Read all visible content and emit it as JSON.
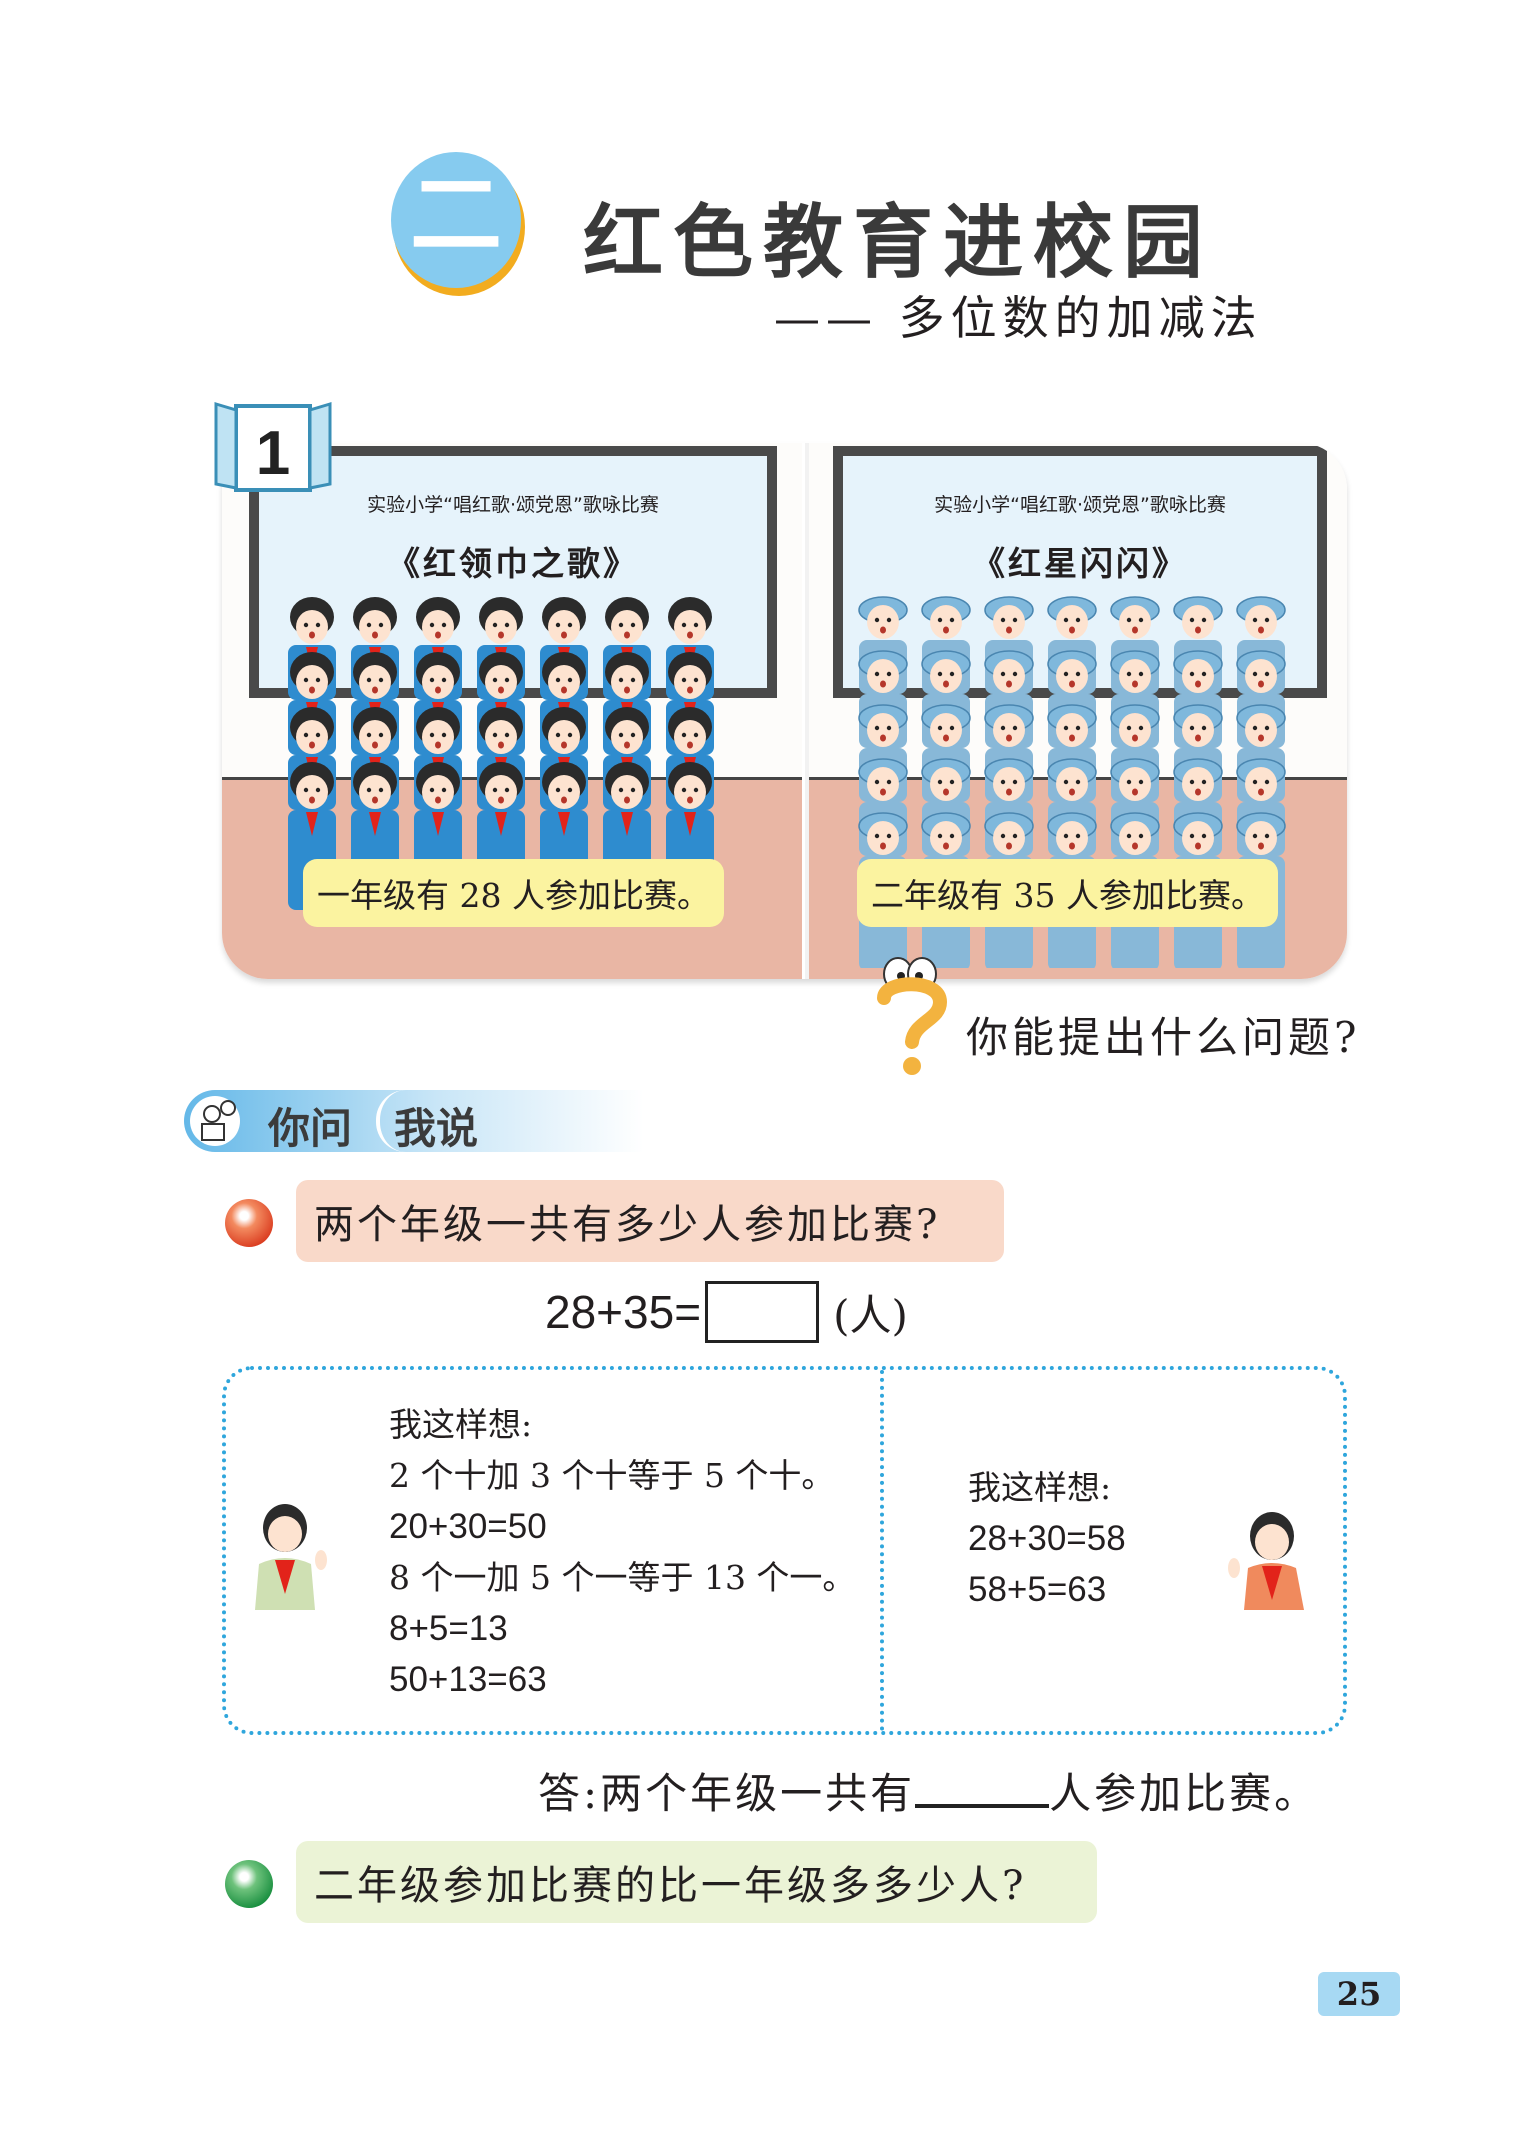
{
  "header": {
    "unit_number": "二",
    "title": "红色教育进校园",
    "subtitle": "—— 多位数的加减法"
  },
  "example": {
    "number": "1",
    "left_scene": {
      "board_line1": "实验小学“唱红歌·颂党恩”歌咏比赛",
      "board_line2": "《红领巾之歌》",
      "caption": "一年级有 28 人参加比赛。",
      "students": 28
    },
    "right_scene": {
      "board_line1": "实验小学“唱红歌·颂党恩”歌咏比赛",
      "board_line2": "《红星闪闪》",
      "caption": "二年级有 35 人参加比赛。",
      "students": 35
    },
    "prompt": "你能提出什么问题?"
  },
  "section": {
    "label_a": "你问",
    "label_b": "我说"
  },
  "question1": {
    "text": "两个年级一共有多少人参加比赛?",
    "equation": "28+35=",
    "unit": "(人)"
  },
  "thinking": {
    "left": {
      "heading": "我这样想:",
      "lines": [
        "2 个十加 3 个十等于 5 个十。",
        "20+30=50",
        "8 个一加 5 个一等于 13 个一。",
        "8+5=13",
        "50+13=63"
      ]
    },
    "right": {
      "heading": "我这样想:",
      "lines": [
        "28+30=58",
        "58+5=63"
      ]
    }
  },
  "answer": {
    "prefix": "答:两个年级一共有",
    "suffix": "人参加比赛。"
  },
  "question2": {
    "text": "二年级参加比赛的比一年级多多少人?"
  },
  "page_number": "25",
  "colors": {
    "accent_blue": "#86cbef",
    "accent_orange": "#f2ac1f",
    "pink_box": "#f9d9c9",
    "green_box": "#ebf3d6",
    "dotted_border": "#2fa6dc"
  }
}
